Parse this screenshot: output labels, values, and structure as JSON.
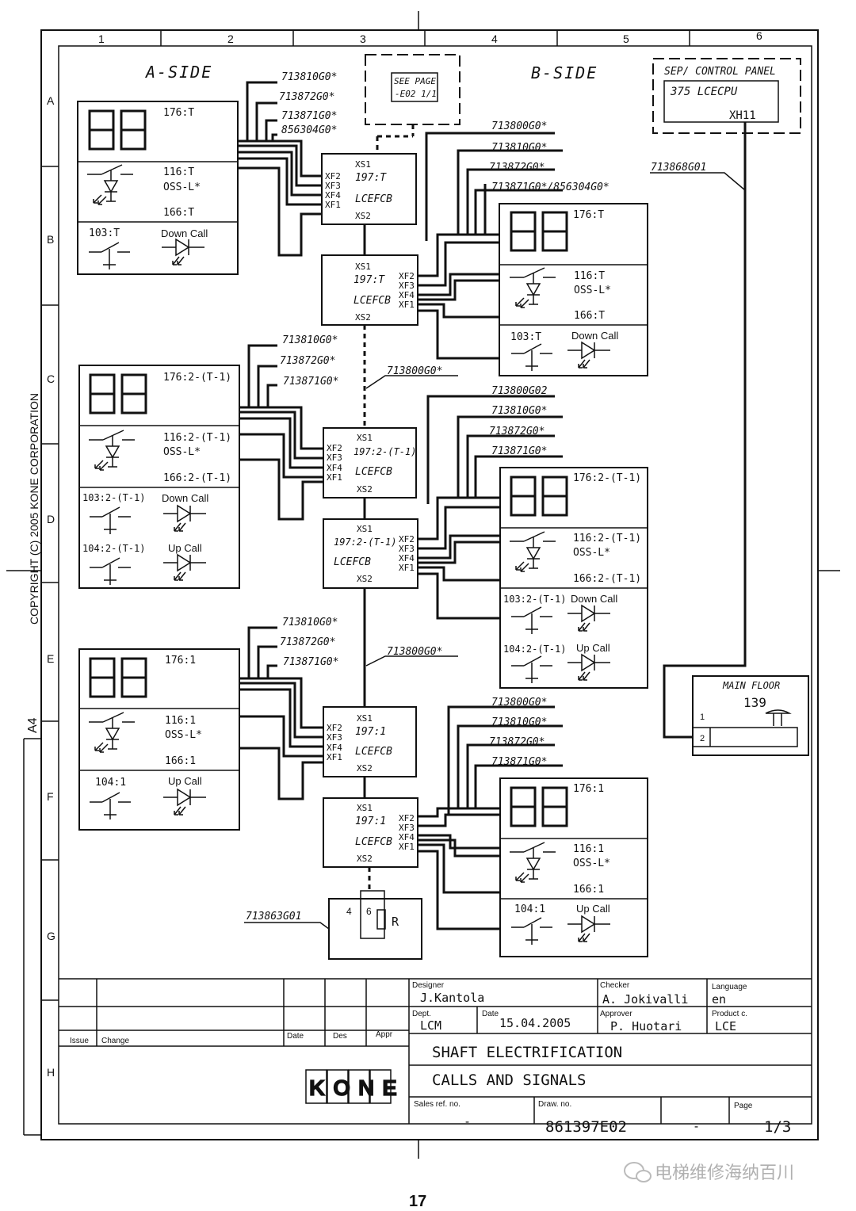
{
  "frame": {
    "cols": [
      "1",
      "2",
      "3",
      "4",
      "5",
      "6"
    ],
    "rows": [
      "A",
      "B",
      "C",
      "D",
      "E",
      "F",
      "G",
      "H"
    ],
    "copyright": "COPYRIGHT (C) 2005 KONE CORPORATION",
    "paper_size": "A4"
  },
  "sides": {
    "a": "A-SIDE",
    "b": "B-SIDE"
  },
  "see_page": {
    "line1": "SEE PAGE",
    "line2": "-E02 1/1"
  },
  "control_panel": {
    "title": "SEP/ CONTROL PANEL",
    "cpu": "375 LCECPU",
    "conn": "XH11",
    "cable": "713868G01"
  },
  "cables": {
    "c713810": "713810G0*",
    "c713872": "713872G0*",
    "c713871": "713871G0*",
    "c856304": "856304G0*",
    "c713800": "713800G0*",
    "c713800b": "713800G02",
    "c713871_856304": "713871G0*/856304G0*",
    "c713863": "713863G01"
  },
  "lcefcb": {
    "xs1": "XS1",
    "xs2": "XS2",
    "name": "LCEFCB",
    "xf2": "XF2",
    "xf3": "XF3",
    "xf4": "XF4",
    "xf1": "XF1",
    "top": "197:T",
    "mid": "197:2-(T-1)",
    "bot": "197:1"
  },
  "floors": {
    "top": {
      "display": "176:T",
      "oss1": "116:T",
      "oss2": "OSS-L*",
      "oss3": "166:T",
      "btn_a": "103:T",
      "btn_a_label": "Down Call"
    },
    "mid": {
      "display": "176:2-(T-1)",
      "oss1": "116:2-(T-1)",
      "oss2": "OSS-L*",
      "oss3": "166:2-(T-1)",
      "btn_a": "103:2-(T-1)",
      "btn_a_label": "Down Call",
      "btn_b": "104:2-(T-1)",
      "btn_b_label": "Up Call"
    },
    "bot": {
      "display": "176:1",
      "oss1": "116:1",
      "oss2": "OSS-L*",
      "oss3": "166:1",
      "btn_b": "104:1",
      "btn_b_label": "Up Call"
    }
  },
  "main_floor": {
    "title": "MAIN FLOOR",
    "num": "139",
    "pin1": "1",
    "pin2": "2"
  },
  "terminator": {
    "pin4": "4",
    "pin6": "6",
    "r": "R"
  },
  "title_block": {
    "designer_label": "Designer",
    "designer": "J.Kantola",
    "checker_label": "Checker",
    "checker": "A. Jokivalli",
    "language_label": "Language",
    "language": "en",
    "dept_label": "Dept.",
    "dept": "LCM",
    "date_label": "Date",
    "date": "15.04.2005",
    "approver_label": "Approver",
    "approver": "P. Huotari",
    "product_label": "Product c.",
    "product": "LCE",
    "title1": "SHAFT ELECTRIFICATION",
    "title2": "CALLS AND SIGNALS",
    "sales_label": "Sales ref. no.",
    "sales": "-",
    "draw_label": "Draw. no.",
    "draw": "861397E02",
    "draw_suffix": "-",
    "page_label": "Page",
    "page": "1/3",
    "issue": "Issue",
    "change": "Change",
    "rev_date": "Date",
    "des": "Des",
    "appr": "Appr",
    "logo": "KONE"
  },
  "footer": {
    "page_number": "17",
    "watermark": "电梯维修海纳百川"
  }
}
